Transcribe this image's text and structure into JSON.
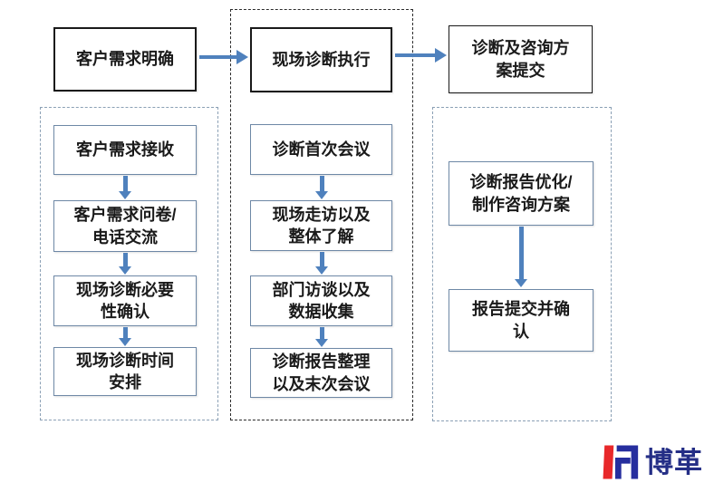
{
  "phases": [
    {
      "title": "客户需求明确",
      "steps": [
        "客户需求接收",
        "客户需求问卷/\n电话交流",
        "现场诊断必要\n性确认",
        "现场诊断时间\n安排"
      ]
    },
    {
      "title": "现场诊断执行",
      "steps": [
        "诊断首次会议",
        "现场走访以及\n整体了解",
        "部门访谈以及\n数据收集",
        "诊断报告整理\n以及末次会议"
      ]
    },
    {
      "title": "诊断及咨询方\n案提交",
      "steps": [
        "诊断报告优化/\n制作咨询方案",
        "报告提交并确\n认"
      ]
    }
  ],
  "icons": {
    "flow_arrow": "arrow-right",
    "step_arrow": "arrow-down"
  },
  "colors": {
    "arrow": "#4f81bd",
    "header_border": "#1a1a1a",
    "step_border": "#6e88a6",
    "group_blue_border": "#8ba0b5",
    "group_black_border": "#2b2b2b",
    "logo_red": "#e8282a",
    "logo_blue": "#242e86"
  },
  "logo": {
    "text": "博革"
  }
}
